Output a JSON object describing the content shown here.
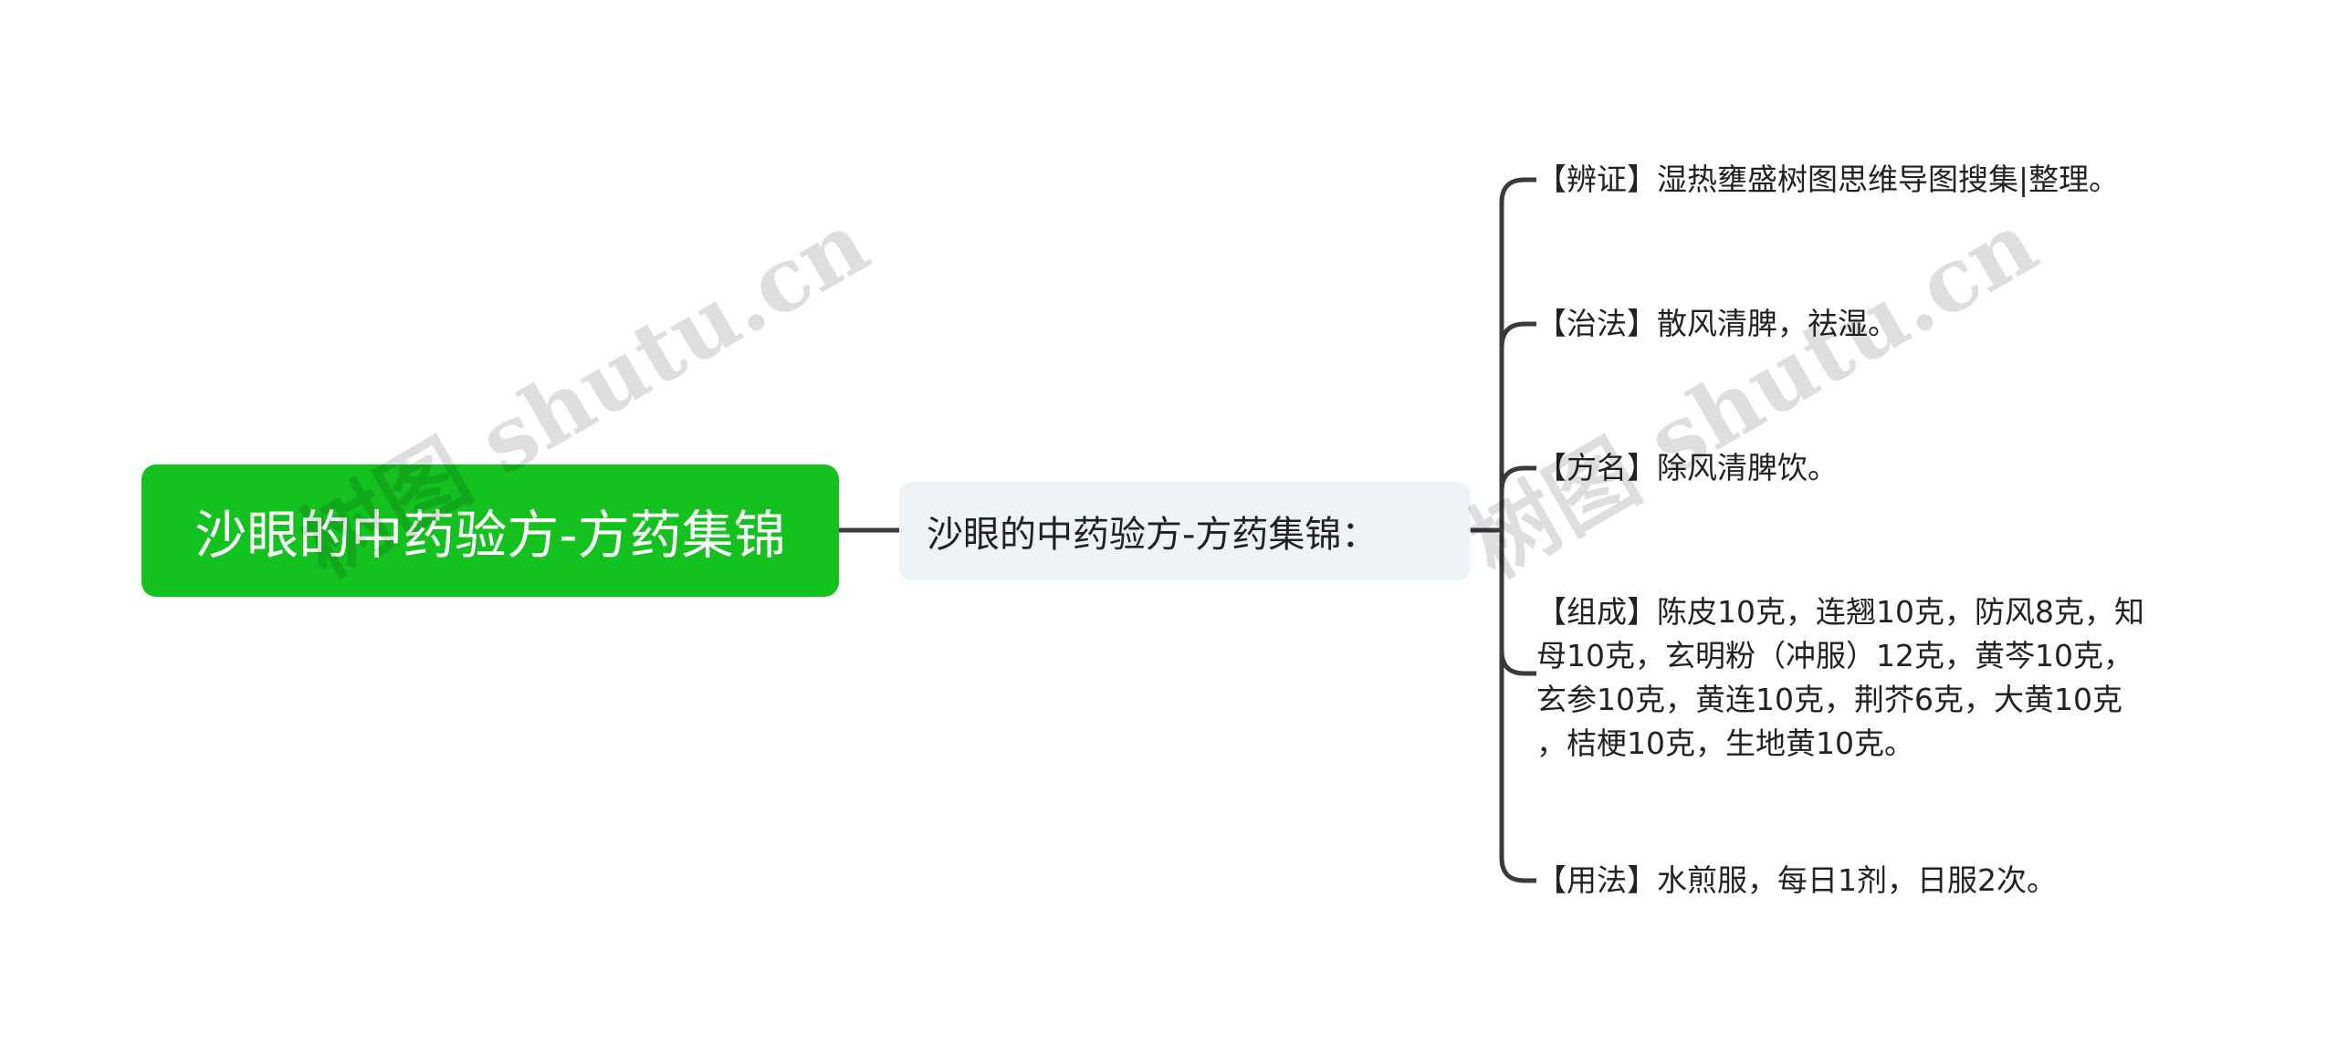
{
  "root": {
    "label": "沙眼的中药验方-方药集锦",
    "color": "#14c21f"
  },
  "branch": {
    "label": "沙眼的中药验方-方药集锦："
  },
  "leaves": [
    {
      "label": "【辨证】湿热壅盛树图思维导图搜集|整理。"
    },
    {
      "label": "【治法】散风清脾，祛湿。"
    },
    {
      "label": "【方名】除风清脾饮。"
    },
    {
      "lines": [
        "【组成】陈皮10克，连翘10克，防风8克，知",
        "母10克，玄明粉（冲服）12克，黄芩10克，",
        "玄参10克，黄连10克，荆芥6克，大黄10克",
        "，桔梗10克，生地黄10克。"
      ]
    },
    {
      "label": "【用法】水煎服，每日1剂，日服2次。"
    }
  ],
  "watermark": {
    "text": "树图 shutu.cn"
  }
}
